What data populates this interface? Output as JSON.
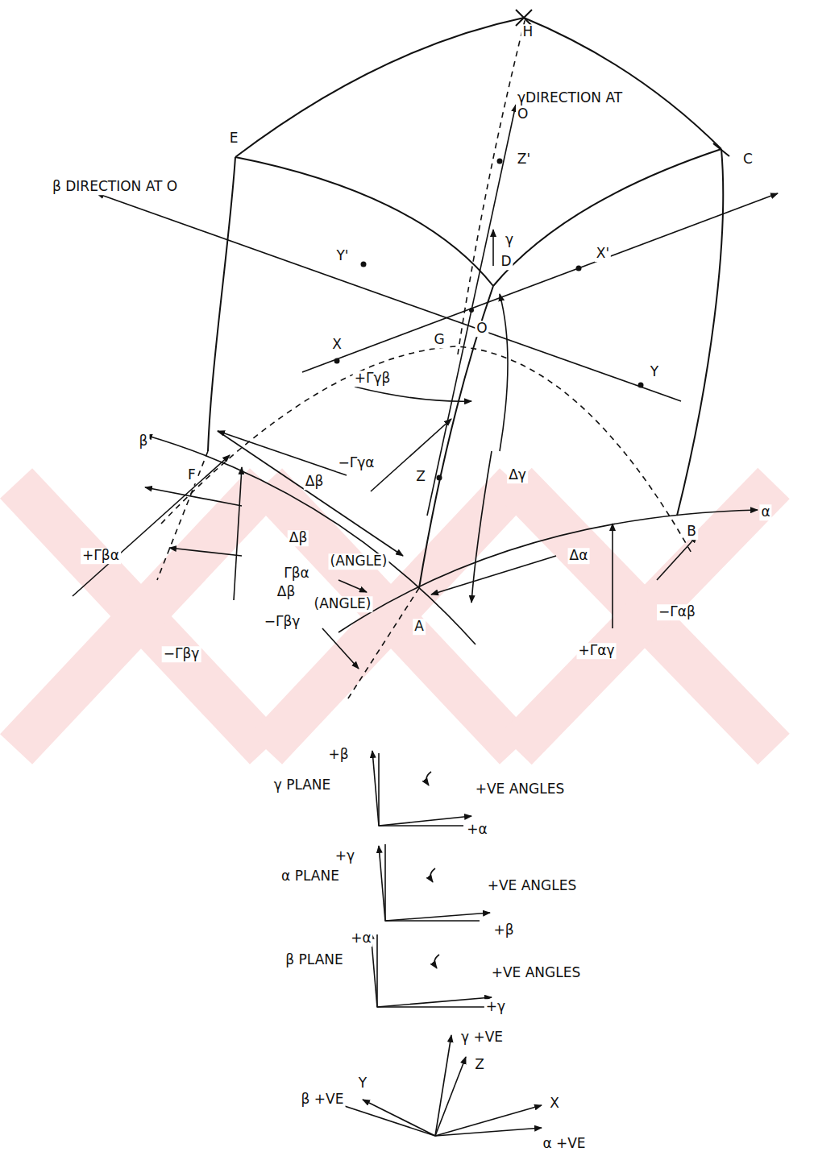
{
  "diagram": {
    "labels": [
      "H",
      "γDIRECTION AT O",
      "E",
      "C",
      "Z'",
      "β DIRECTION AT O",
      "Y'",
      "γ",
      "D",
      "X'",
      "O",
      "X",
      "G",
      "Y",
      "+Γγβ",
      "β",
      "F",
      "Δβ",
      "−Γγα",
      "Z",
      "Δγ",
      "B",
      "α",
      "+Γβα",
      "Δβ",
      "(ANGLE)",
      "Γβα",
      "Δα",
      "Δβ",
      "(ANGLE)",
      "−Γβγ",
      "A",
      "+Γαγ",
      "−Γαβ",
      "−Γβγ",
      "+β",
      "γ PLANE",
      "+VE ANGLES",
      "+α",
      "+γ",
      "α PLANE",
      "+VE ANGLES",
      "+β",
      "+α",
      "β PLANE",
      "+VE ANGLES",
      "+γ",
      "γ +VE",
      "Z",
      "β +VE",
      "Y",
      "X",
      "α +VE"
    ]
  }
}
